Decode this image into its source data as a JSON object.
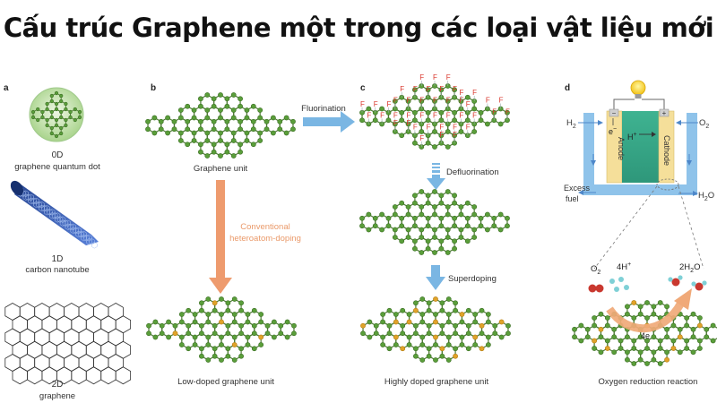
{
  "title": "Cấu trúc Graphene một trong các loại vật liệu mới",
  "colors": {
    "carbon": "#5a9e3a",
    "dopant": "#e0a32a",
    "arrow_blue": "#7ab6e3",
    "arrow_orange": "#ee9b6e",
    "fluorine": "#d9352b",
    "membrane": "#3aa98a",
    "electrode": "#f5df9a"
  },
  "panel_a": {
    "letter": "a",
    "dot_dim": "0D",
    "dot_name": "graphene quantum dot",
    "tube_dim": "1D",
    "tube_name": "carbon  nanotube",
    "sheet_dim": "2D",
    "sheet_name": "graphene"
  },
  "panel_b": {
    "letter": "b",
    "top_label": "Graphene unit",
    "arrow_label_1": "Conventional",
    "arrow_label_2": "heteroatom-doping",
    "bottom_label": "Low-doped graphene unit"
  },
  "panel_c": {
    "letter": "c",
    "fluorination": "Fluorination",
    "defluorination": "Defluorination",
    "superdoping": "Superdoping",
    "bottom_label": "Highly doped graphene unit",
    "f_symbol": "F"
  },
  "panel_d": {
    "letter": "d",
    "h2": "H",
    "h2_sub": "2",
    "o2": "O",
    "o2_sub": "2",
    "anode": "Anode",
    "cathode": "Cathode",
    "electron": "e",
    "electron_sup": "−",
    "proton": "H",
    "proton_sup": "+",
    "minus_sign": "−",
    "plus_sign": "+",
    "excess_1": "Excess",
    "excess_2": "fuel",
    "water": "H",
    "water_sub": "2",
    "water_end": "O",
    "rxn_o2": "O",
    "rxn_o2_sub": "2",
    "rxn_4h": "4H",
    "rxn_4h_sup": "+",
    "rxn_2h": "2H",
    "rxn_2h_sub": "2",
    "rxn_2h_end": "O",
    "rxn_4e": "4e",
    "bottom_label": "Oxygen reduction reaction"
  }
}
